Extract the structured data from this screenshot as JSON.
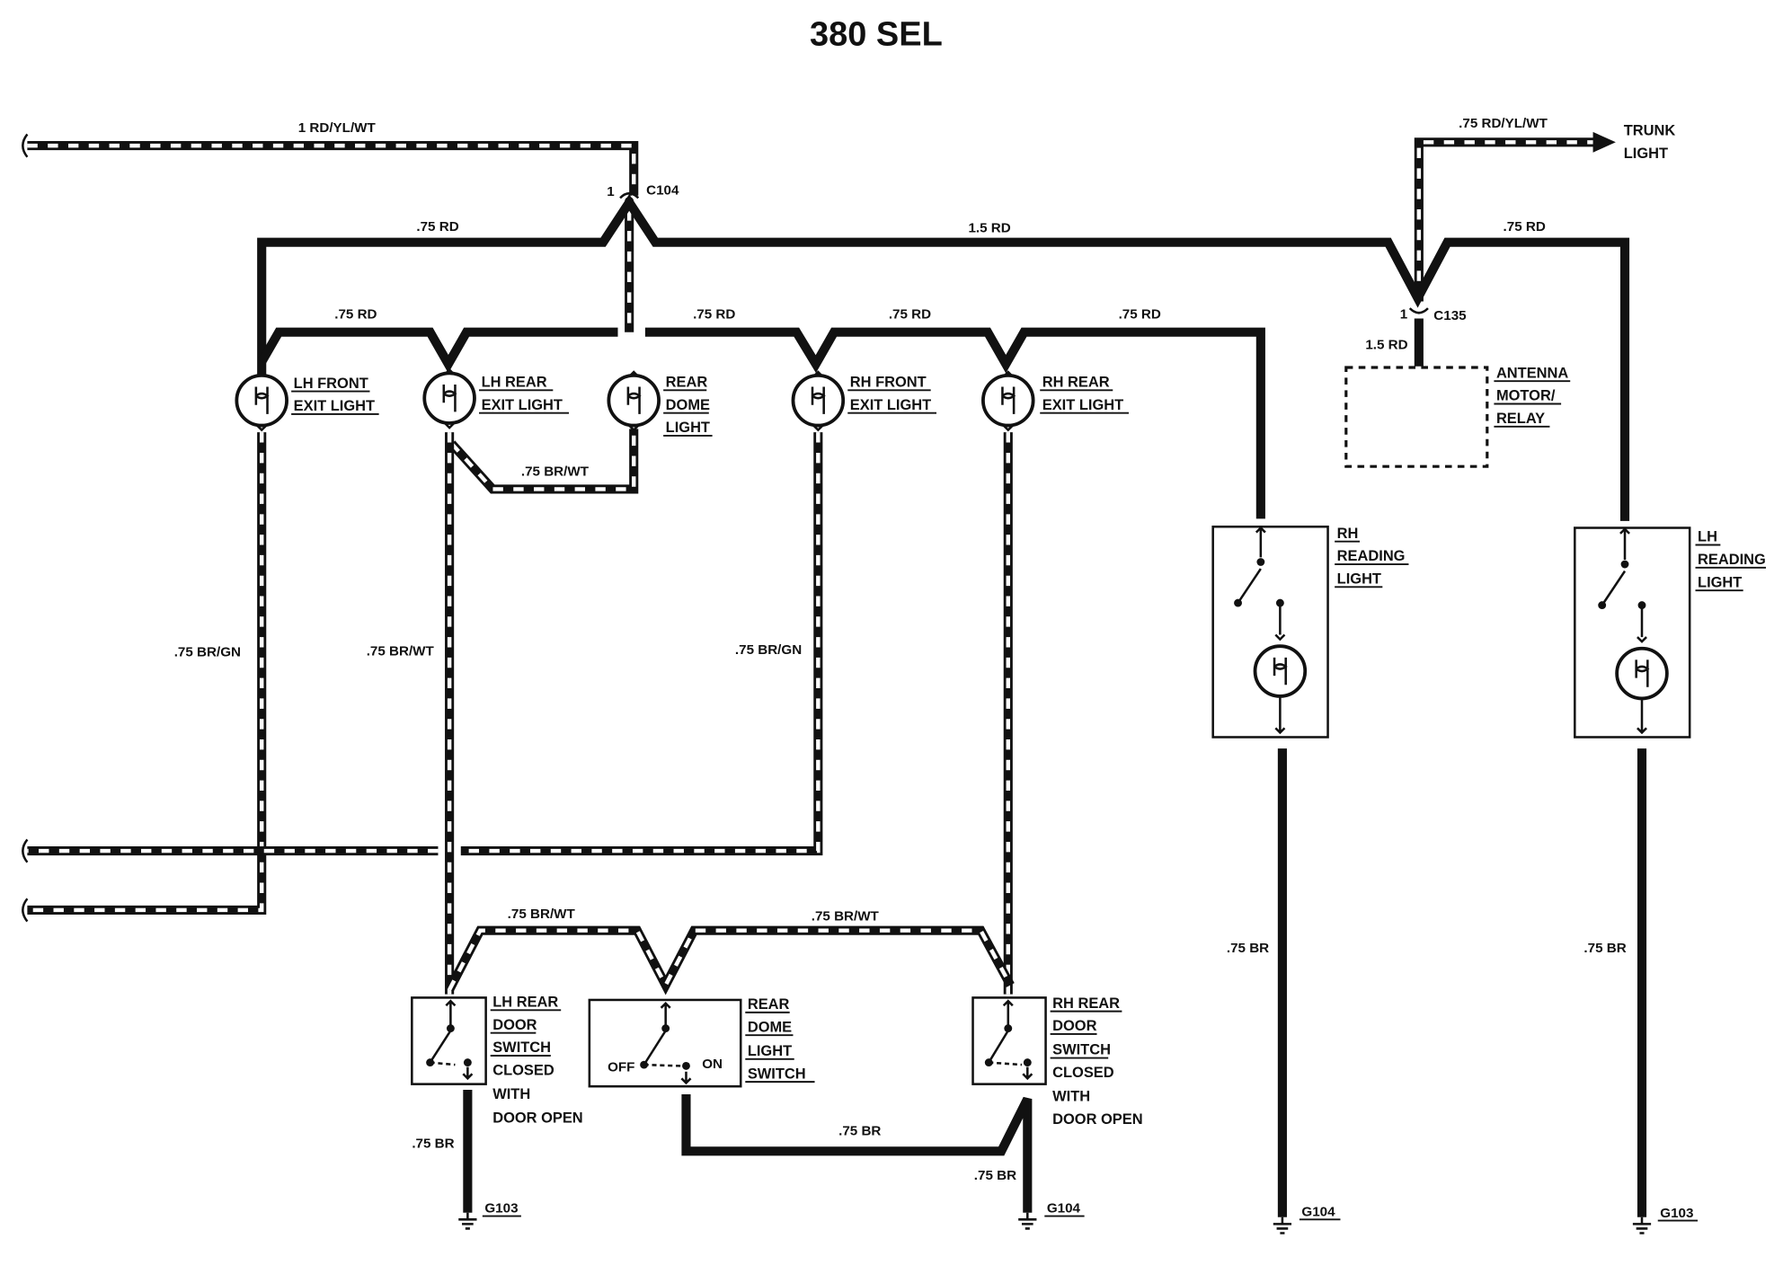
{
  "title": "380 SEL",
  "wire_labels": {
    "top_feed": "1 RD/YL/WT",
    "left_branch": ".75 RD",
    "main_bus": "1.5 RD",
    "right_branch": ".75 RD",
    "trunk_feed": ".75 RD/YL/WT",
    "bus_lh_front_rear": ".75 RD",
    "bus_dome_rhfront": ".75 RD",
    "bus_rhfront_rhrear": ".75 RD",
    "bus_rhrear_reading": ".75 RD",
    "antenna_feed": "1.5 RD",
    "lhrear_dome": ".75 BR/WT",
    "lhfront_down": ".75 BR/GN",
    "lhrear_down": ".75 BR/WT",
    "rhfront_down": ".75 BR/GN",
    "switch_link_left": ".75 BR/WT",
    "switch_link_right": ".75 BR/WT",
    "dome_switch_ground": ".75 BR",
    "lhrear_switch_ground": ".75 BR",
    "rhrear_switch_ground": ".75 BR",
    "rh_reading_ground": ".75 BR",
    "lh_reading_ground": ".75 BR"
  },
  "connectors": {
    "c104": "C104",
    "c104_pin": "1",
    "c135": "C135",
    "c135_pin": "1"
  },
  "destinations": {
    "trunk_light": [
      "TRUNK",
      "LIGHT"
    ]
  },
  "components": {
    "lh_front_exit": [
      "LH FRONT",
      "EXIT LIGHT"
    ],
    "lh_rear_exit": [
      "LH REAR",
      "EXIT LIGHT"
    ],
    "rear_dome": [
      "REAR",
      "DOME",
      "LIGHT"
    ],
    "rh_front_exit": [
      "RH FRONT",
      "EXIT LIGHT"
    ],
    "rh_rear_exit": [
      "RH REAR",
      "EXIT LIGHT"
    ],
    "antenna": [
      "ANTENNA",
      "MOTOR/",
      "RELAY"
    ],
    "rh_reading": [
      "RH",
      "READING",
      "LIGHT"
    ],
    "lh_reading": [
      "LH",
      "READING",
      "LIGHT"
    ],
    "lh_rear_door_switch": [
      "LH REAR",
      "DOOR",
      "SWITCH",
      "CLOSED",
      "WITH",
      "DOOR OPEN"
    ],
    "rear_dome_switch": [
      "REAR",
      "DOME",
      "LIGHT",
      "SWITCH"
    ],
    "rh_rear_door_switch": [
      "RH REAR",
      "DOOR",
      "SWITCH",
      "CLOSED",
      "WITH",
      "DOOR OPEN"
    ]
  },
  "switch_positions": {
    "off": "OFF",
    "on": "ON"
  },
  "grounds": {
    "g103_left": "G103",
    "g104_mid": "G104",
    "g104_right": "G104",
    "g103_right": "G103"
  }
}
